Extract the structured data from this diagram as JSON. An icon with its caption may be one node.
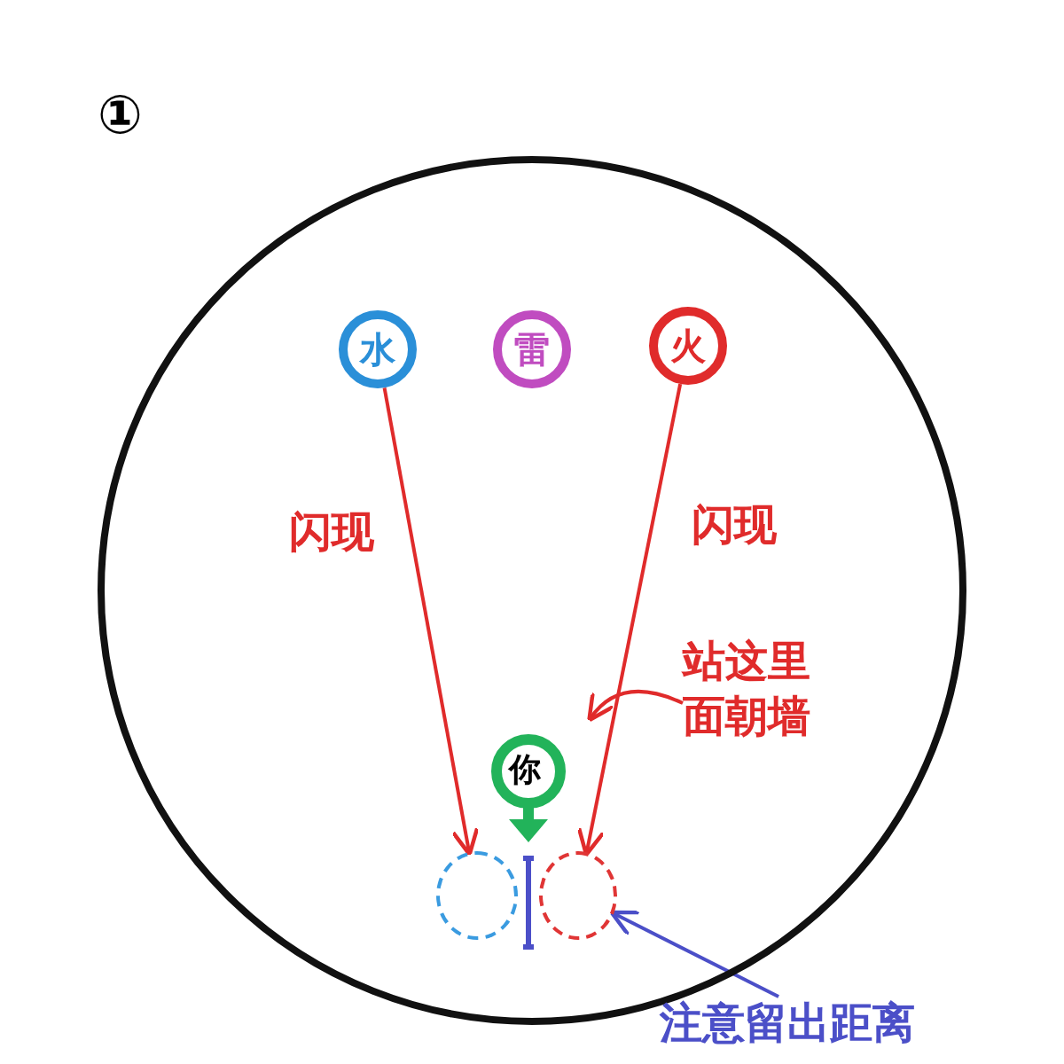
{
  "diagram": {
    "nodes": [
      {
        "text": [],
        "shape": "circle"
      },
      {
        "text": [
          "水"
        ],
        "in": 0
      },
      {
        "text": [
          "雷"
        ],
        "in": 0
      },
      {
        "text": [
          "火"
        ],
        "in": 0
      },
      {
        "text": [
          "你"
        ],
        "in": 0
      },
      {
        "text": [],
        "shape": "circle",
        "in": 0
      },
      {
        "text": [],
        "shape": "circle",
        "in": 0
      },
      {
        "text": [
          "站这里面朝墙"
        ],
        "in": 0
      },
      {
        "text": [
          "注意留出距离"
        ]
      }
    ],
    "edges": [
      {
        "from": 1,
        "to": 5,
        "arrow": "to",
        "label": "闪现"
      },
      {
        "from": 3,
        "to": 6,
        "arrow": "to",
        "label": "闪现"
      },
      {
        "from": 7,
        "to": null,
        "arrow": "to"
      },
      {
        "from": 8,
        "to": 6,
        "arrow": "to",
        "color": "#4b4fc8"
      }
    ],
    "labels": [
      "①"
    ]
  }
}
